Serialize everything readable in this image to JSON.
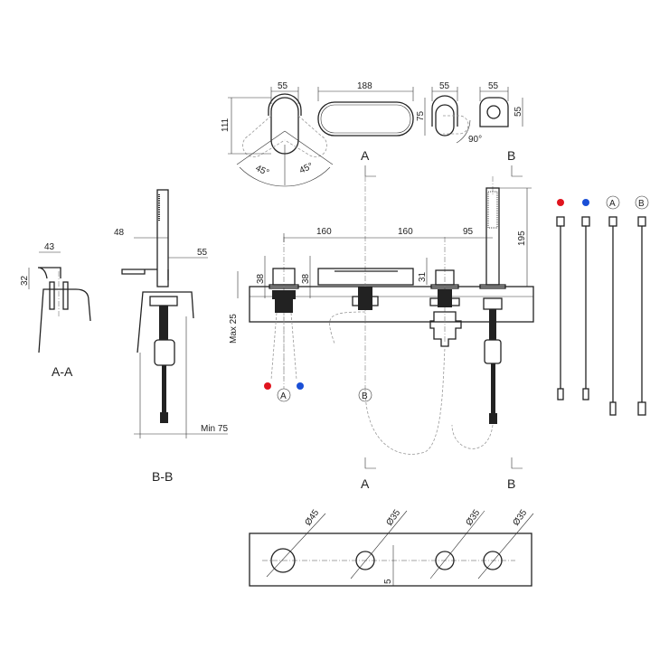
{
  "top_view": {
    "dims": {
      "handle_width": "55",
      "handle_depth": "111",
      "spout_width": "188",
      "diverter_width": "55",
      "diverter_depth": "75",
      "base_width": "55",
      "base_depth": "55"
    },
    "angles": {
      "left": "45°",
      "right": "45°",
      "diverter": "90°"
    },
    "section_marks": {
      "a": "A",
      "b": "B"
    }
  },
  "elevation": {
    "dims": {
      "spacing_1": "160",
      "spacing_2": "160",
      "spacing_3": "95",
      "shower_height": "195",
      "handle_height": "38",
      "spout_height": "38",
      "diverter_height": "31",
      "deck_thickness": "Max 25"
    },
    "connections": {
      "hot_color": "#e0141e",
      "cold_color": "#1a4fd6",
      "hose_a": "A",
      "hose_b": "B"
    },
    "section_marks": {
      "a": "A",
      "b": "B"
    }
  },
  "section_aa": {
    "title": "A-A",
    "dims": {
      "width": "43",
      "height": "32"
    }
  },
  "section_bb": {
    "title": "B-B",
    "dims": {
      "offset_left": "48",
      "offset_right": "55",
      "clearance": "Min 75"
    }
  },
  "hoses_legend": {
    "hot_color": "#e0141e",
    "cold_color": "#1a4fd6",
    "hose_a": "A",
    "hose_b": "B"
  },
  "cutout": {
    "holes": [
      "Ø45",
      "Ø35",
      "Ø35",
      "Ø35"
    ],
    "offset": "5"
  }
}
